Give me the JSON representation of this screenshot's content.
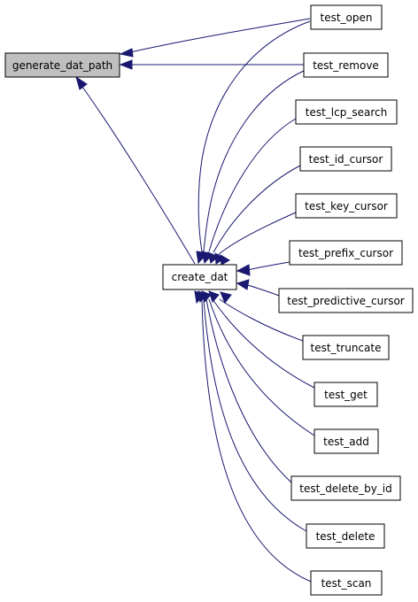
{
  "nodes": {
    "generate_dat_path": {
      "label": "generate_dat_path",
      "highlighted": true
    },
    "create_dat": {
      "label": "create_dat",
      "highlighted": false
    },
    "test_open": {
      "label": "test_open",
      "highlighted": false
    },
    "test_remove": {
      "label": "test_remove",
      "highlighted": false
    },
    "test_lcp_search": {
      "label": "test_lcp_search",
      "highlighted": false
    },
    "test_id_cursor": {
      "label": "test_id_cursor",
      "highlighted": false
    },
    "test_key_cursor": {
      "label": "test_key_cursor",
      "highlighted": false
    },
    "test_prefix_cursor": {
      "label": "test_prefix_cursor",
      "highlighted": false
    },
    "test_predictive_cursor": {
      "label": "test_predictive_cursor",
      "highlighted": false
    },
    "test_truncate": {
      "label": "test_truncate",
      "highlighted": false
    },
    "test_get": {
      "label": "test_get",
      "highlighted": false
    },
    "test_add": {
      "label": "test_add",
      "highlighted": false
    },
    "test_delete_by_id": {
      "label": "test_delete_by_id",
      "highlighted": false
    },
    "test_delete": {
      "label": "test_delete",
      "highlighted": false
    },
    "test_scan": {
      "label": "test_scan",
      "highlighted": false
    }
  },
  "edges": [
    {
      "from": "test_open",
      "to": "generate_dat_path"
    },
    {
      "from": "test_remove",
      "to": "generate_dat_path"
    },
    {
      "from": "create_dat",
      "to": "generate_dat_path"
    },
    {
      "from": "test_open",
      "to": "create_dat"
    },
    {
      "from": "test_remove",
      "to": "create_dat"
    },
    {
      "from": "test_lcp_search",
      "to": "create_dat"
    },
    {
      "from": "test_id_cursor",
      "to": "create_dat"
    },
    {
      "from": "test_key_cursor",
      "to": "create_dat"
    },
    {
      "from": "test_prefix_cursor",
      "to": "create_dat"
    },
    {
      "from": "test_predictive_cursor",
      "to": "create_dat"
    },
    {
      "from": "test_truncate",
      "to": "create_dat"
    },
    {
      "from": "test_get",
      "to": "create_dat"
    },
    {
      "from": "test_add",
      "to": "create_dat"
    },
    {
      "from": "test_delete_by_id",
      "to": "create_dat"
    },
    {
      "from": "test_delete",
      "to": "create_dat"
    },
    {
      "from": "test_scan",
      "to": "create_dat"
    }
  ],
  "colors": {
    "edge": "#191970",
    "node_fill": "#ffffff",
    "highlight_fill": "#bfbfbf",
    "border": "#000000"
  }
}
